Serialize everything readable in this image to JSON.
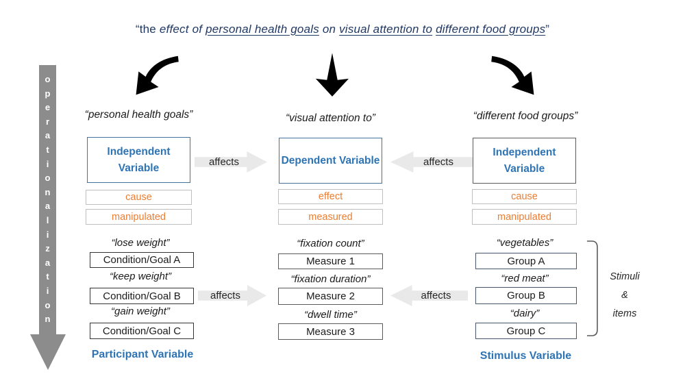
{
  "title": {
    "lead": "“the ",
    "italic1": "effect of ",
    "underline1": "personal health goals",
    "italic2": " on ",
    "underline2": "visual attention to",
    "spacer": " ",
    "underline3": "different food groups",
    "close": "”"
  },
  "operationalization_label": "operationalization",
  "columns": {
    "left": {
      "heading": "“personal health goals”",
      "variable_box": "Independent Variable",
      "role": "cause",
      "method": "manipulated",
      "items": [
        {
          "quote": "“lose weight”",
          "box": "Condition/Goal A"
        },
        {
          "quote": "“keep weight”",
          "box": "Condition/Goal B"
        },
        {
          "quote": "“gain weight”",
          "box": "Condition/Goal C"
        }
      ],
      "footer": "Participant Variable"
    },
    "middle": {
      "heading": "“visual attention to”",
      "variable_box": "Dependent Variable",
      "role": "effect",
      "method": "measured",
      "items": [
        {
          "quote": "“fixation count”",
          "box": "Measure 1"
        },
        {
          "quote": "“fixation duration”",
          "box": "Measure 2"
        },
        {
          "quote": "“dwell time”",
          "box": "Measure 3"
        }
      ]
    },
    "right": {
      "heading": "“different food groups”",
      "variable_box": "Independent Variable",
      "role": "cause",
      "method": "manipulated",
      "items": [
        {
          "quote": "“vegetables”",
          "box": "Group A"
        },
        {
          "quote": "“red meat”",
          "box": "Group B"
        },
        {
          "quote": "“dairy”",
          "box": "Group C"
        }
      ],
      "footer": "Stimulus Variable"
    }
  },
  "affects_labels": {
    "top_left": "affects",
    "top_right": "affects",
    "bottom_left": "affects",
    "bottom_right": "affects"
  },
  "bracket_label": {
    "line1": "Stimuli",
    "line2": "&",
    "line3": "items"
  },
  "colors": {
    "title_navy": "#203864",
    "heading_blue": "#2e74b5",
    "orange": "#ed7d31",
    "operationalization_gray": "#8c8c8c",
    "affects_fill": "#e9e9e9",
    "black_arrow": "#000000"
  }
}
